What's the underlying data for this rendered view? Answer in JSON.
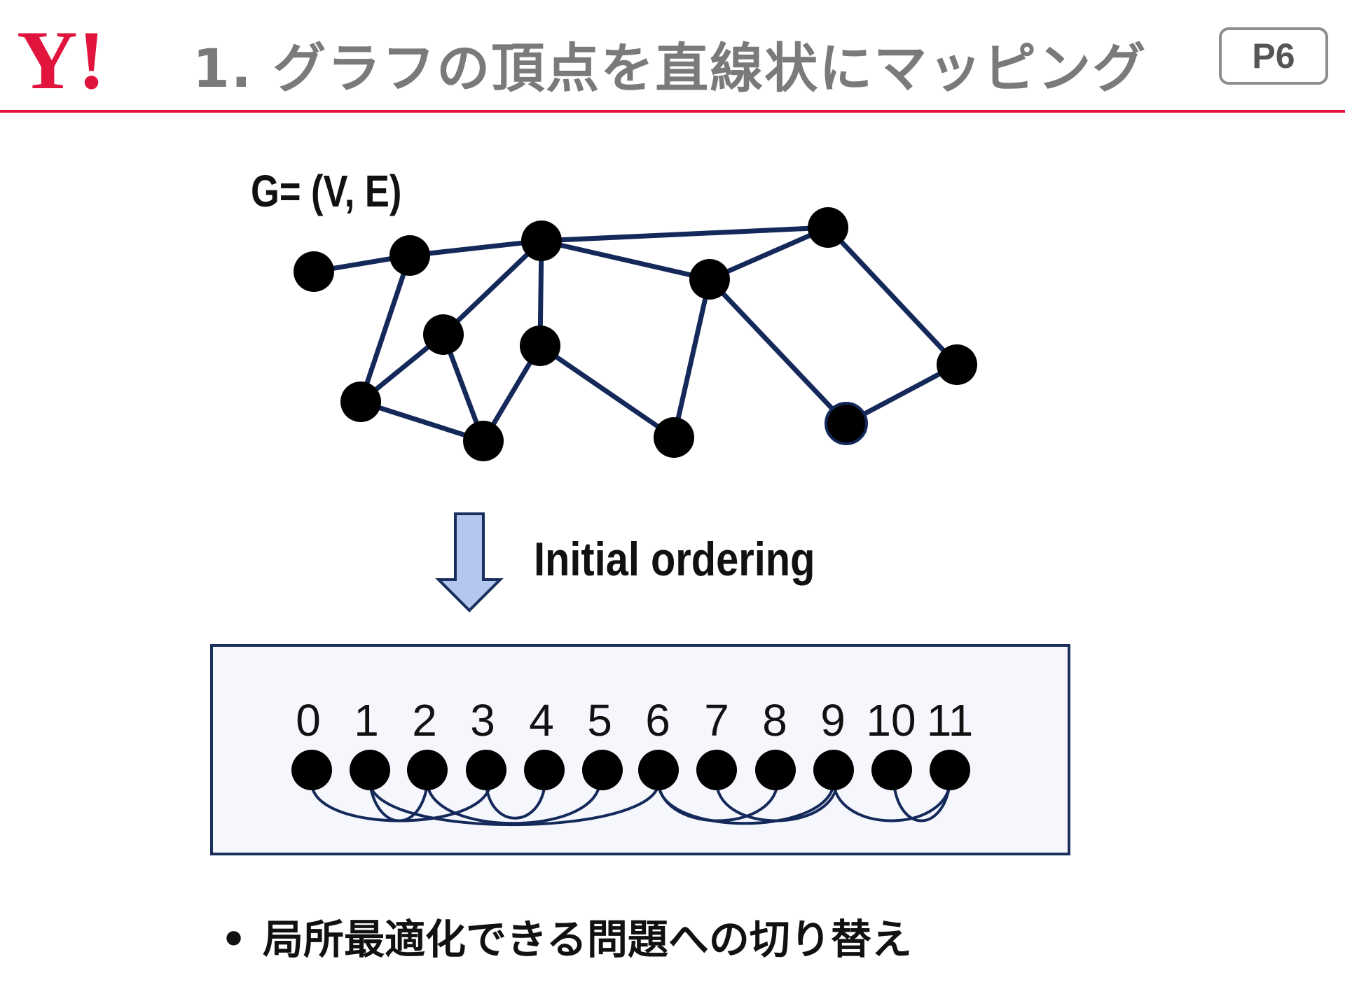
{
  "header": {
    "logo_text": "Y!",
    "title": "1. グラフの頂点を直線状にマッピング",
    "page_badge": "P6",
    "accent_color": "#e0143c"
  },
  "graph": {
    "label": "G= (V, E)",
    "node_color": "#000000",
    "edge_color": "#14295a"
  },
  "transition": {
    "label": "Initial ordering",
    "arrow_color": "#b4c7ee"
  },
  "ordering": {
    "indices": [
      "0",
      "1",
      "2",
      "3",
      "4",
      "5",
      "6",
      "7",
      "8",
      "9",
      "10",
      "11"
    ]
  },
  "bullets": [
    {
      "marker": "•",
      "text": "局所最適化できる問題への切り替え"
    }
  ]
}
